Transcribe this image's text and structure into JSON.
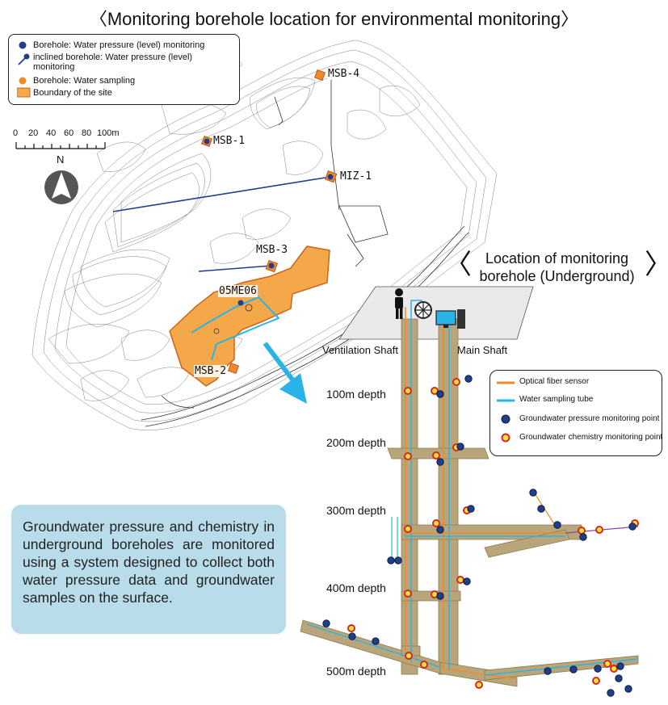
{
  "main_title": "〈Monitoring borehole location for environmental monitoring〉",
  "map_legend": {
    "items": [
      {
        "label": "Borehole: Water pressure (level) monitoring"
      },
      {
        "label": "inclined borehole: Water pressure (level) monitoring"
      },
      {
        "label": "Borehole: Water sampling"
      },
      {
        "label": "Boundary of the site"
      }
    ]
  },
  "scale_bar": {
    "ticks": [
      "0",
      "20",
      "40",
      "60",
      "80",
      "100m"
    ],
    "north": "N"
  },
  "boreholes": {
    "msb4": "MSB-4",
    "msb1": "MSB-1",
    "miz1": "MIZ-1",
    "msb3": "MSB-3",
    "me06": "05ME06",
    "msb2": "MSB-2"
  },
  "underground": {
    "title_line1": "Location of monitoring",
    "title_line2": "borehole (Underground)",
    "bracket_left": "〈",
    "bracket_right": "〉",
    "ventilation_shaft": "Ventilation Shaft",
    "main_shaft": "Main Shaft",
    "depths": [
      "100m depth",
      "200m depth",
      "300m depth",
      "400m depth",
      "500m depth"
    ]
  },
  "ug_legend": {
    "items": [
      {
        "label": "Optical fiber sensor"
      },
      {
        "label": "Water sampling tube"
      },
      {
        "label": "Groundwater pressure monitoring point"
      },
      {
        "label": "Groundwater chemistry monitoring point"
      }
    ]
  },
  "info_text": "Groundwater pressure and chemistry in underground boreholes are monitored using a system designed to collect both water pressure data and groundwater samples on the surface.",
  "colors": {
    "site_orange": "#f5a84a",
    "borehole_blue": "#1f3f8a",
    "sampling_orange": "#ef8a2a",
    "tube_blue": "#2ab3e6",
    "fiber_orange": "#f08a2a",
    "shaft_tan": "#b8a57a",
    "info_bg": "#b9dcea"
  }
}
